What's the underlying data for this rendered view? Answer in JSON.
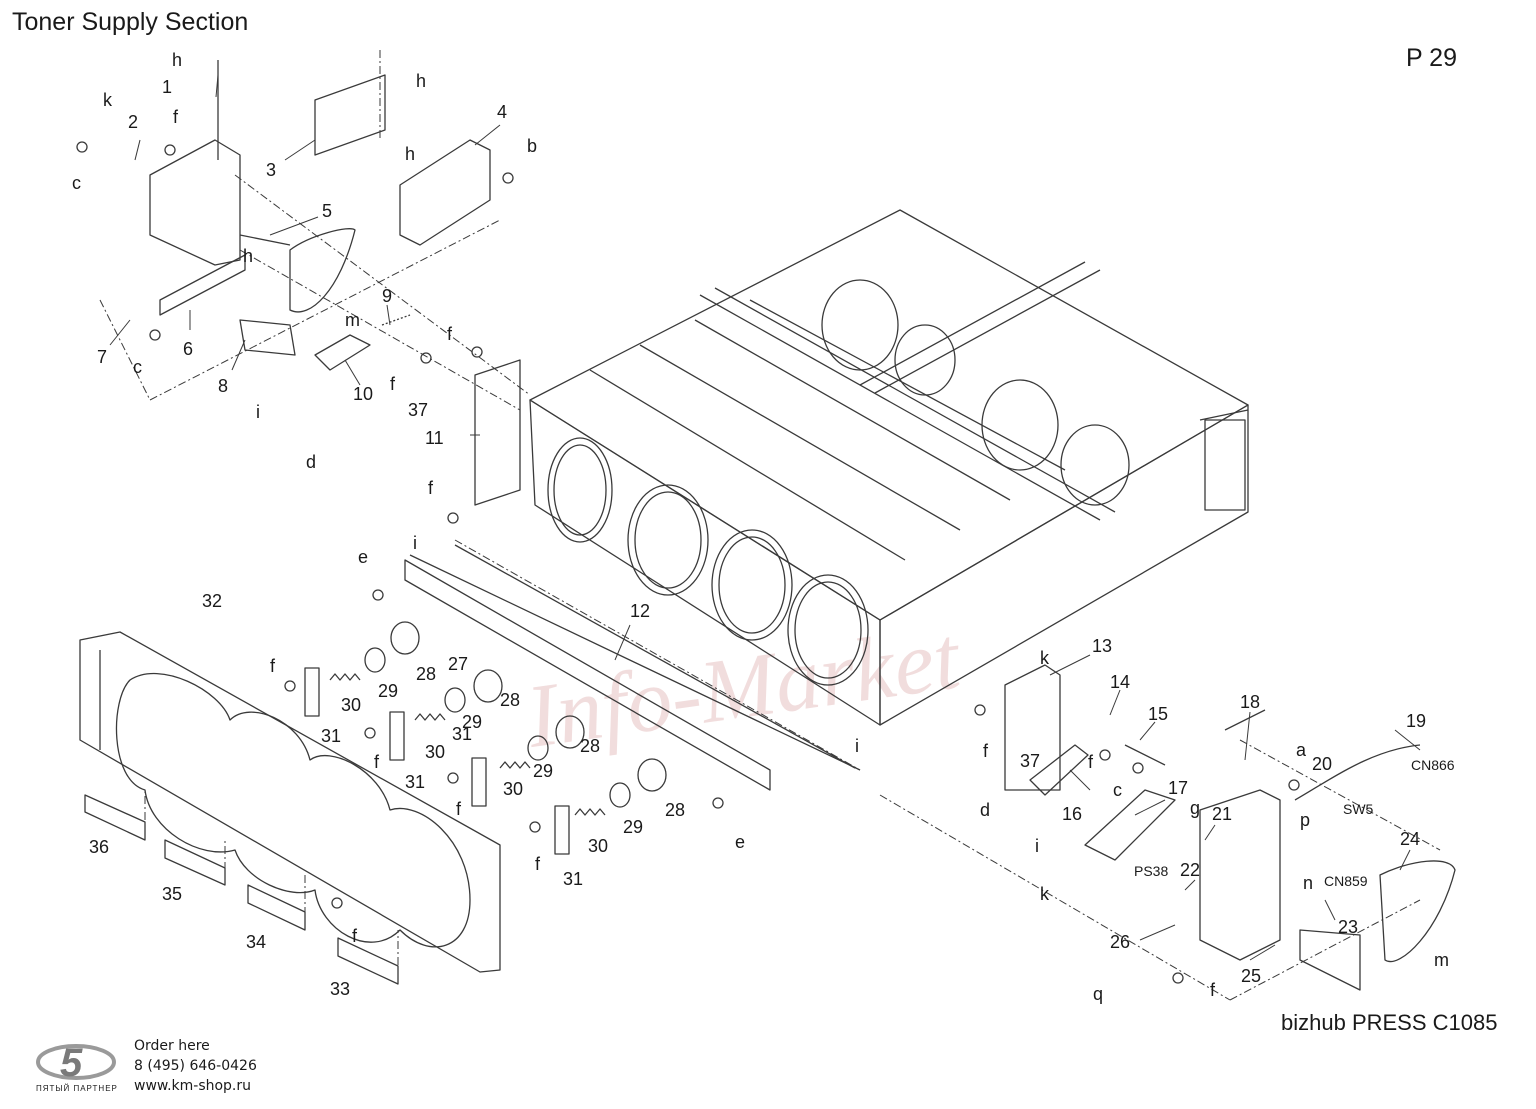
{
  "header": {
    "title": "Toner Supply Section",
    "page": "P 29"
  },
  "model": "bizhub PRESS C1085",
  "watermark": "Info-Market",
  "footer": {
    "line1": "Order here",
    "line2": "8 (495) 646-0426",
    "line3": "www.km-shop.ru",
    "brand": "ПЯТЫЙ ПАРТНЕР"
  },
  "colors": {
    "line": "#3a3a3a",
    "accent": "#d9a0a0",
    "bg": "#ffffff",
    "text": "#1a1a1a"
  },
  "callouts": {
    "n1": "1",
    "n2": "2",
    "n3": "3",
    "n4": "4",
    "n5": "5",
    "n6": "6",
    "n7": "7",
    "n8": "8",
    "n9": "9",
    "n10": "10",
    "n11": "11",
    "n12": "12",
    "n13": "13",
    "n14": "14",
    "n15": "15",
    "n16": "16",
    "n17": "17",
    "n18": "18",
    "n19": "19",
    "n20": "20",
    "n21": "21",
    "n22": "22",
    "n23": "23",
    "n24": "24",
    "n25": "25",
    "n26": "26",
    "n27": "27",
    "n28": "28",
    "n29": "29",
    "n30": "30",
    "n31": "31",
    "n32": "32",
    "n33": "33",
    "n34": "34",
    "n35": "35",
    "n36": "36",
    "n37": "37",
    "a": "a",
    "b": "b",
    "c": "c",
    "d": "d",
    "e": "e",
    "f": "f",
    "g": "g",
    "h": "h",
    "i": "i",
    "k": "k",
    "m": "m",
    "n": "n",
    "p": "p",
    "q": "q",
    "cn866": "CN866",
    "sw5": "SW5",
    "ps38": "PS38",
    "cn859": "CN859"
  }
}
